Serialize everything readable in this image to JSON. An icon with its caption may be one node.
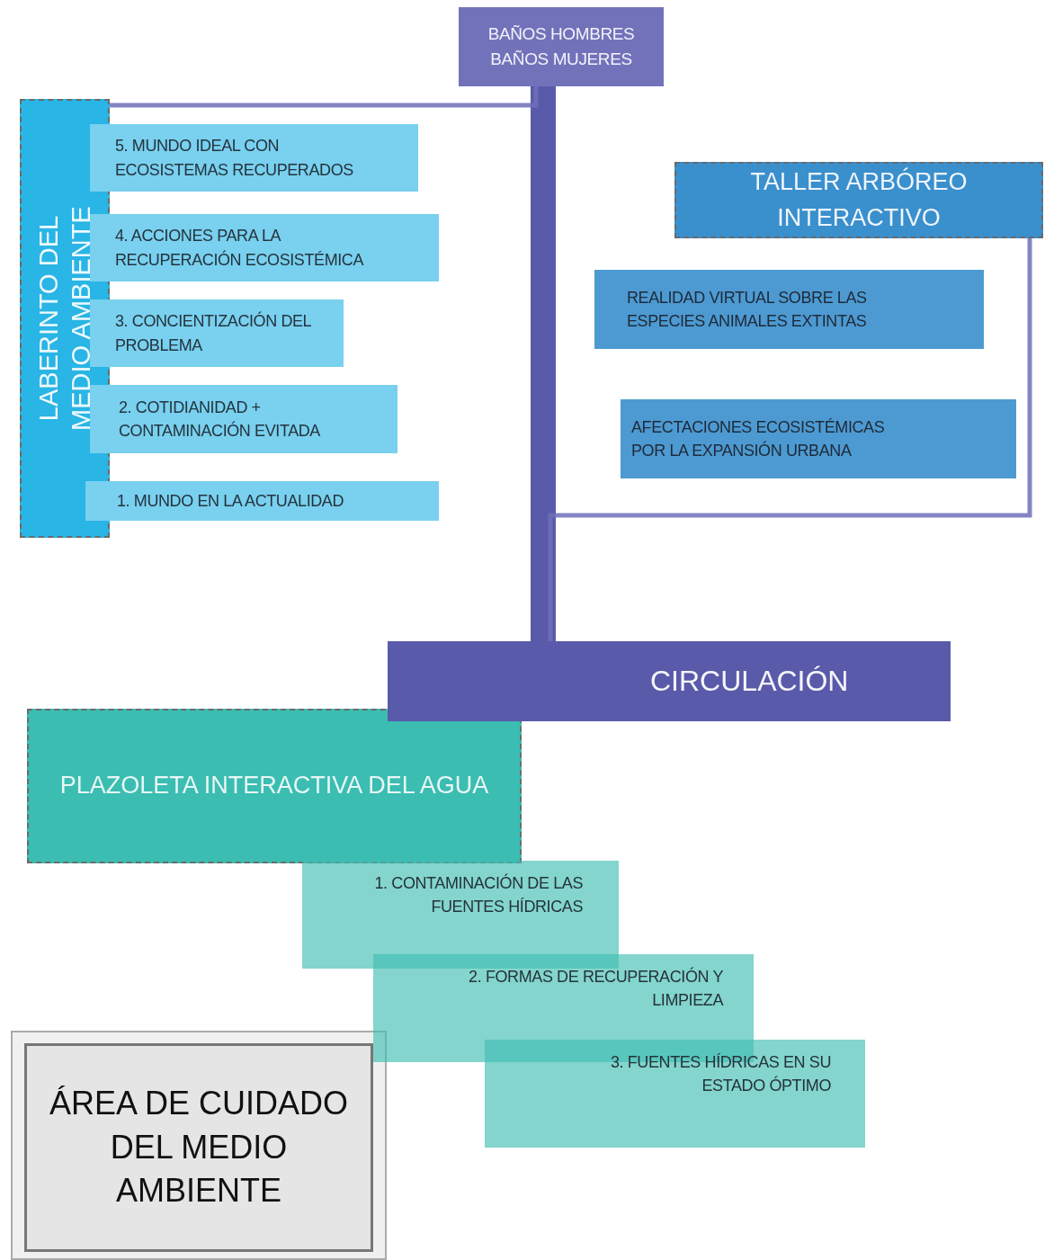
{
  "diagram": {
    "nodes": [
      {
        "text": [
          "BAÑOS HOMBRES",
          "BAÑOS MUJERES"
        ]
      },
      {
        "text": [
          "LABERINTO DEL MEDIO AMBIENTE"
        ]
      },
      {
        "text": [
          "5. MUNDO IDEAL CON ECOSISTEMAS RECUPERADOS"
        ]
      },
      {
        "text": [
          "4. ACCIONES PARA LA RECUPERACIÓN ECOSISTÉMICA"
        ]
      },
      {
        "text": [
          "3. CONCIENTIZACIÓN DEL PROBLEMA"
        ]
      },
      {
        "text": [
          "2. COTIDIANIDAD + CONTAMINACIÓN EVITADA"
        ]
      },
      {
        "text": [
          "1. MUNDO EN LA ACTUALIDAD"
        ]
      },
      {
        "text": [
          "TALLER ARBÓREO INTERACTIVO"
        ]
      },
      {
        "text": [
          "REALIDAD VIRTUAL SOBRE LAS ESPECIES ANIMALES EXTINTAS"
        ]
      },
      {
        "text": [
          "AFECTACIONES ECOSISTÉMICAS POR LA EXPANSIÓN URBANA"
        ]
      },
      {
        "text": [
          "CIRCULACIÓN"
        ]
      },
      {
        "text": [
          "PLAZOLETA INTERACTIVA DEL AGUA"
        ]
      },
      {
        "text": [
          "1. CONTAMINACIÓN DE LAS FUENTES HÍDRICAS"
        ]
      },
      {
        "text": [
          "2. FORMAS DE RECUPERACIÓN Y LIMPIEZA"
        ]
      },
      {
        "text": [
          "3. FUENTES HÍDRICAS EN SU ESTADO ÓPTIMO"
        ]
      },
      {
        "text": [
          "ÁREA DE CUIDADO DEL MEDIO AMBIENTE"
        ]
      }
    ],
    "edges": [
      {
        "from": 0,
        "to": 10,
        "arrow": "none",
        "style": "thick"
      },
      {
        "from": 0,
        "to": 1,
        "arrow": "none"
      },
      {
        "from": 10,
        "to": 7,
        "arrow": "none"
      }
    ]
  }
}
